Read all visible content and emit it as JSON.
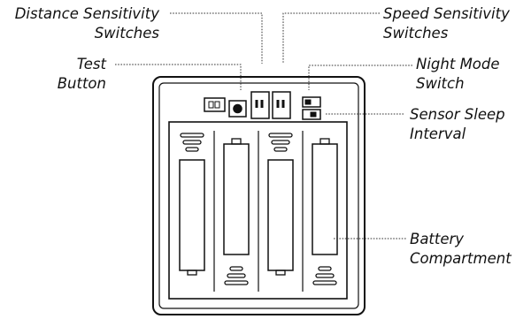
{
  "labels": {
    "distance_sensitivity": [
      "Distance Sensitivity",
      "Switches"
    ],
    "test_button": [
      "Test",
      "Button"
    ],
    "speed_sensitivity": [
      "Speed Sensitivity",
      "Switches"
    ],
    "night_mode": [
      "Night Mode",
      "Switch"
    ],
    "sensor_sleep": [
      "Sensor Sleep",
      "Interval"
    ],
    "battery_compartment": [
      "Battery",
      "Compartment"
    ]
  },
  "battery_count": 4
}
